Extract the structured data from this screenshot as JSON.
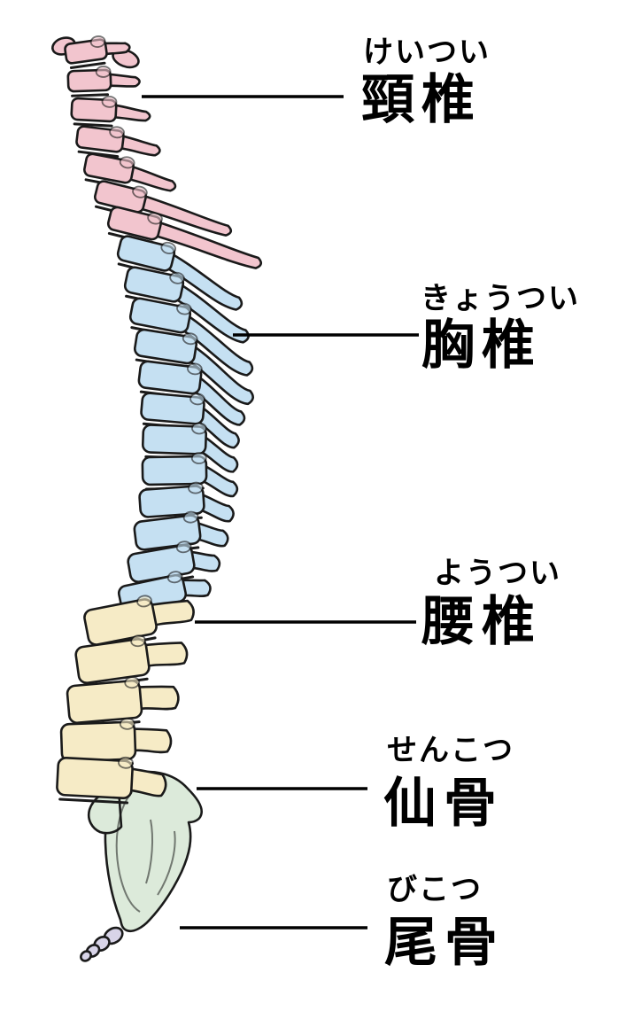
{
  "diagram": {
    "background_color": "#ffffff",
    "outline_color": "#1a1a1a",
    "label_text_color": "#000000",
    "regions": {
      "cervical": {
        "furigana": "けいつい",
        "kanji": "頸椎",
        "color": "#F2C5CE"
      },
      "thoracic": {
        "furigana": "きょうつい",
        "kanji": "胸椎",
        "color": "#C5E0F2"
      },
      "lumbar": {
        "furigana": "ようつい",
        "kanji": "腰椎",
        "color": "#F6EBC6"
      },
      "sacrum": {
        "furigana": "せんこつ",
        "kanji": "仙骨",
        "color": "#DCEADA"
      },
      "coccyx": {
        "furigana": "びこつ",
        "kanji": "尾骨",
        "color": "#D8D4E8"
      }
    }
  }
}
